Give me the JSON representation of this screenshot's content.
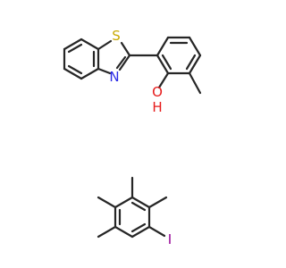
{
  "molecules": [
    {
      "name": "benzothiazolyl-methylphenol",
      "atoms": [
        {
          "id": "S",
          "label": "S",
          "color": "#C8A800"
        },
        {
          "id": "N",
          "label": "N",
          "color": "#2B2BE6"
        },
        {
          "id": "O",
          "label": "O",
          "color": "#E61A1A"
        },
        {
          "id": "H",
          "label": "H",
          "color": "#E61A1A"
        }
      ]
    },
    {
      "name": "iodo-tetramethylbenzene",
      "atoms": [
        {
          "id": "I",
          "label": "I",
          "color": "#940094"
        }
      ]
    }
  ],
  "colors": {
    "bond": "#262626",
    "background": "#ffffff"
  }
}
